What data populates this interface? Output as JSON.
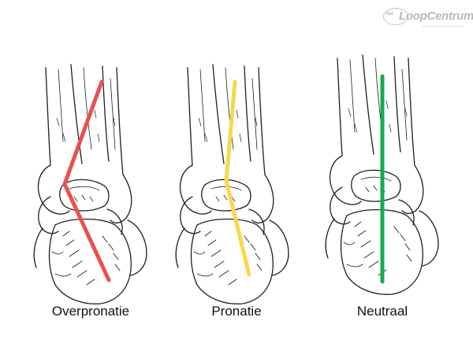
{
  "logo": {
    "small": "het",
    "name": "LoopCentrum"
  },
  "figures": [
    {
      "label": "Overpronatie",
      "line_color": "#e8514f"
    },
    {
      "label": "Pronatie",
      "line_color": "#f6d94a"
    },
    {
      "label": "Neutraal",
      "line_color": "#1aa94f"
    }
  ]
}
